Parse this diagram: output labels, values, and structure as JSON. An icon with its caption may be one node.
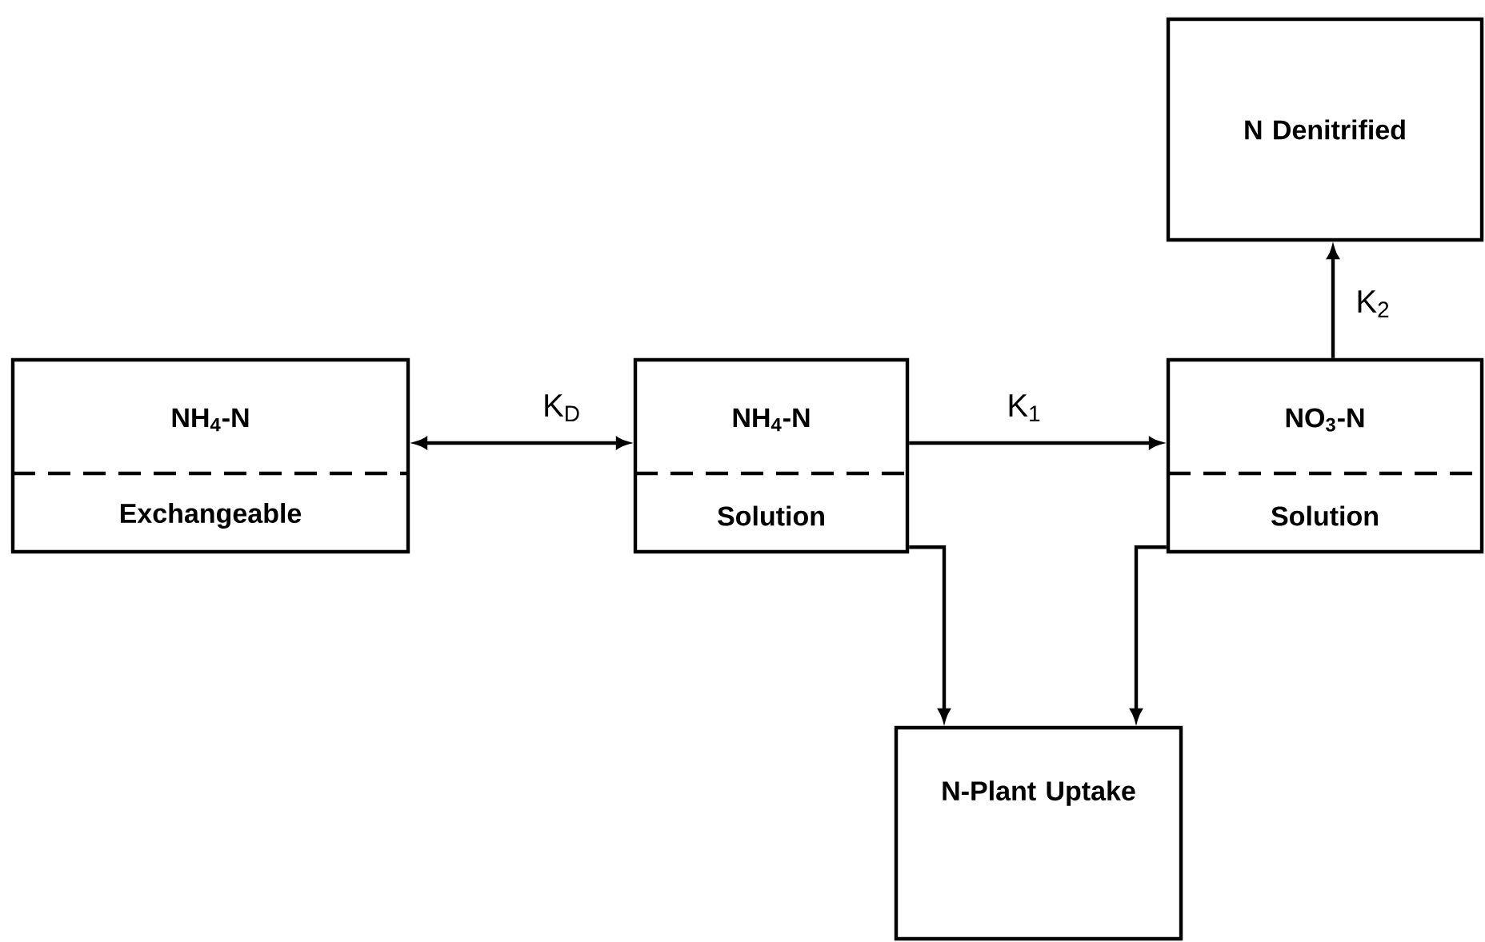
{
  "diagram": {
    "nodes": [
      {
        "text": [
          "NH$_{4}$-N",
          "Exchangeable"
        ]
      },
      {
        "text": [
          "NH$_{4}$-N",
          "Solution"
        ]
      },
      {
        "text": [
          "NO$_{3}$-N",
          "Solution"
        ]
      },
      {
        "text": [
          "N Denitrified"
        ]
      },
      {
        "text": [
          "N-Plant Uptake"
        ]
      }
    ],
    "edges": [
      {
        "from": 0,
        "to": 1,
        "arrow": "both",
        "label": "K$_{D}$"
      },
      {
        "from": 1,
        "to": 2,
        "arrow": "to",
        "label": "K$_{1}$"
      },
      {
        "from": 2,
        "to": 3,
        "arrow": "to",
        "label": "K$_{2}$"
      },
      {
        "from": 1,
        "to": 4,
        "arrow": "to"
      },
      {
        "from": 2,
        "to": 4,
        "arrow": "to"
      }
    ]
  }
}
